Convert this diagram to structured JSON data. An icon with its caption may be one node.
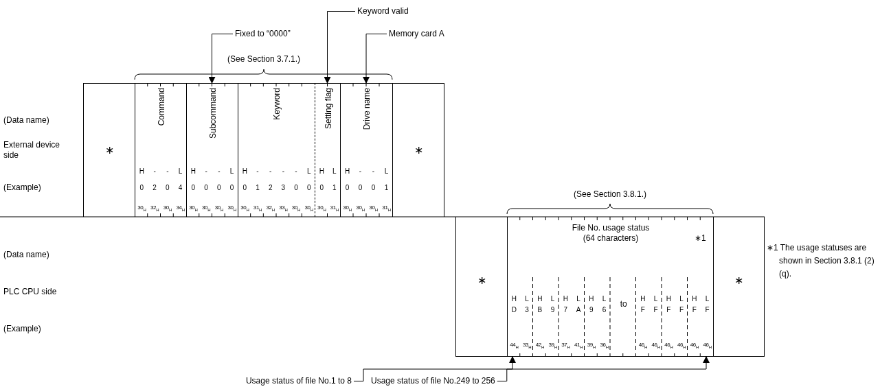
{
  "diagram": {
    "nodes": [
      {
        "text": [
          "∗"
        ]
      },
      {
        "text": [
          "Command",
          "H",
          "-",
          "-",
          "L",
          "0",
          "2",
          "0",
          "4",
          "30$_{H}$",
          "32$_{H}$",
          "30$_{H}$",
          "34$_{H}$"
        ]
      },
      {
        "text": [
          "Subcommand",
          "H",
          "-",
          "-",
          "L",
          "0",
          "0",
          "0",
          "0",
          "30$_{H}$",
          "30$_{H}$",
          "30$_{H}$",
          "30$_{H}$"
        ]
      },
      {
        "text": [
          "Keyword",
          "H",
          "-",
          "-",
          "-",
          "-",
          "L",
          "0",
          "1",
          "2",
          "3",
          "0",
          "0",
          "30$_{H}$",
          "31$_{H}$",
          "32$_{H}$",
          "33$_{H}$",
          "30$_{H}$",
          "30$_{H}$"
        ]
      },
      {
        "text": [
          "Setting flag",
          "H",
          "L",
          "0",
          "1",
          "30$_{H}$",
          "31$_{H}$"
        ]
      },
      {
        "text": [
          "Drive name",
          "H",
          "-",
          "-",
          "L",
          "0",
          "0",
          "0",
          "1",
          "30$_{H}$",
          "30$_{H}$",
          "30$_{H}$",
          "31$_{H}$"
        ]
      },
      {
        "text": [
          "∗"
        ]
      },
      {
        "text": [
          "∗"
        ]
      },
      {
        "text": [
          "File No. usage status (64 characters)",
          "∗1",
          "H",
          "L",
          "H",
          "L",
          "H",
          "L",
          "H",
          "L",
          "H",
          "L",
          "H",
          "L",
          "H",
          "L",
          "D",
          "3",
          "B",
          "9",
          "7",
          "A",
          "9",
          "6",
          "F",
          "F",
          "F",
          "F",
          "F",
          "F",
          "44$_{H}$",
          "33$_{H}$",
          "42$_{H}$",
          "39$_{H}$",
          "37$_{H}$",
          "41$_{H}$",
          "39$_{H}$",
          "36$_{H}$",
          "46$_{H}$",
          "46$_{H}$",
          "46$_{H}$",
          "46$_{H}$",
          "46$_{H}$",
          "46$_{H}$",
          "to"
        ]
      },
      {
        "text": [
          "∗"
        ]
      },
      {
        "text": [
          "Fixed to “0000”"
        ]
      },
      {
        "text": [
          "Keyword valid"
        ]
      },
      {
        "text": [
          "Memory card A"
        ]
      },
      {
        "text": [
          "Usage status of file No.1 to 8"
        ]
      },
      {
        "text": [
          "Usage status of file No.249 to 256"
        ]
      }
    ],
    "edges": [
      {
        "from": 10,
        "to": 2,
        "arrow": "to"
      },
      {
        "from": 11,
        "to": 4,
        "arrow": "to"
      },
      {
        "from": 12,
        "to": 5,
        "arrow": "to"
      },
      {
        "from": 13,
        "to": 8,
        "arrow": "to"
      },
      {
        "from": 14,
        "to": 8,
        "arrow": "to"
      }
    ],
    "labels": [
      "(See Section 3.7.1.)",
      "(Data name)",
      "External device side",
      "(Example)",
      "(See Section 3.8.1.)",
      "(Data name)",
      "∗1 The usage statuses are shown in Section 3.8.1 (2) (q).",
      "PLC CPU side",
      "(Example)"
    ]
  }
}
